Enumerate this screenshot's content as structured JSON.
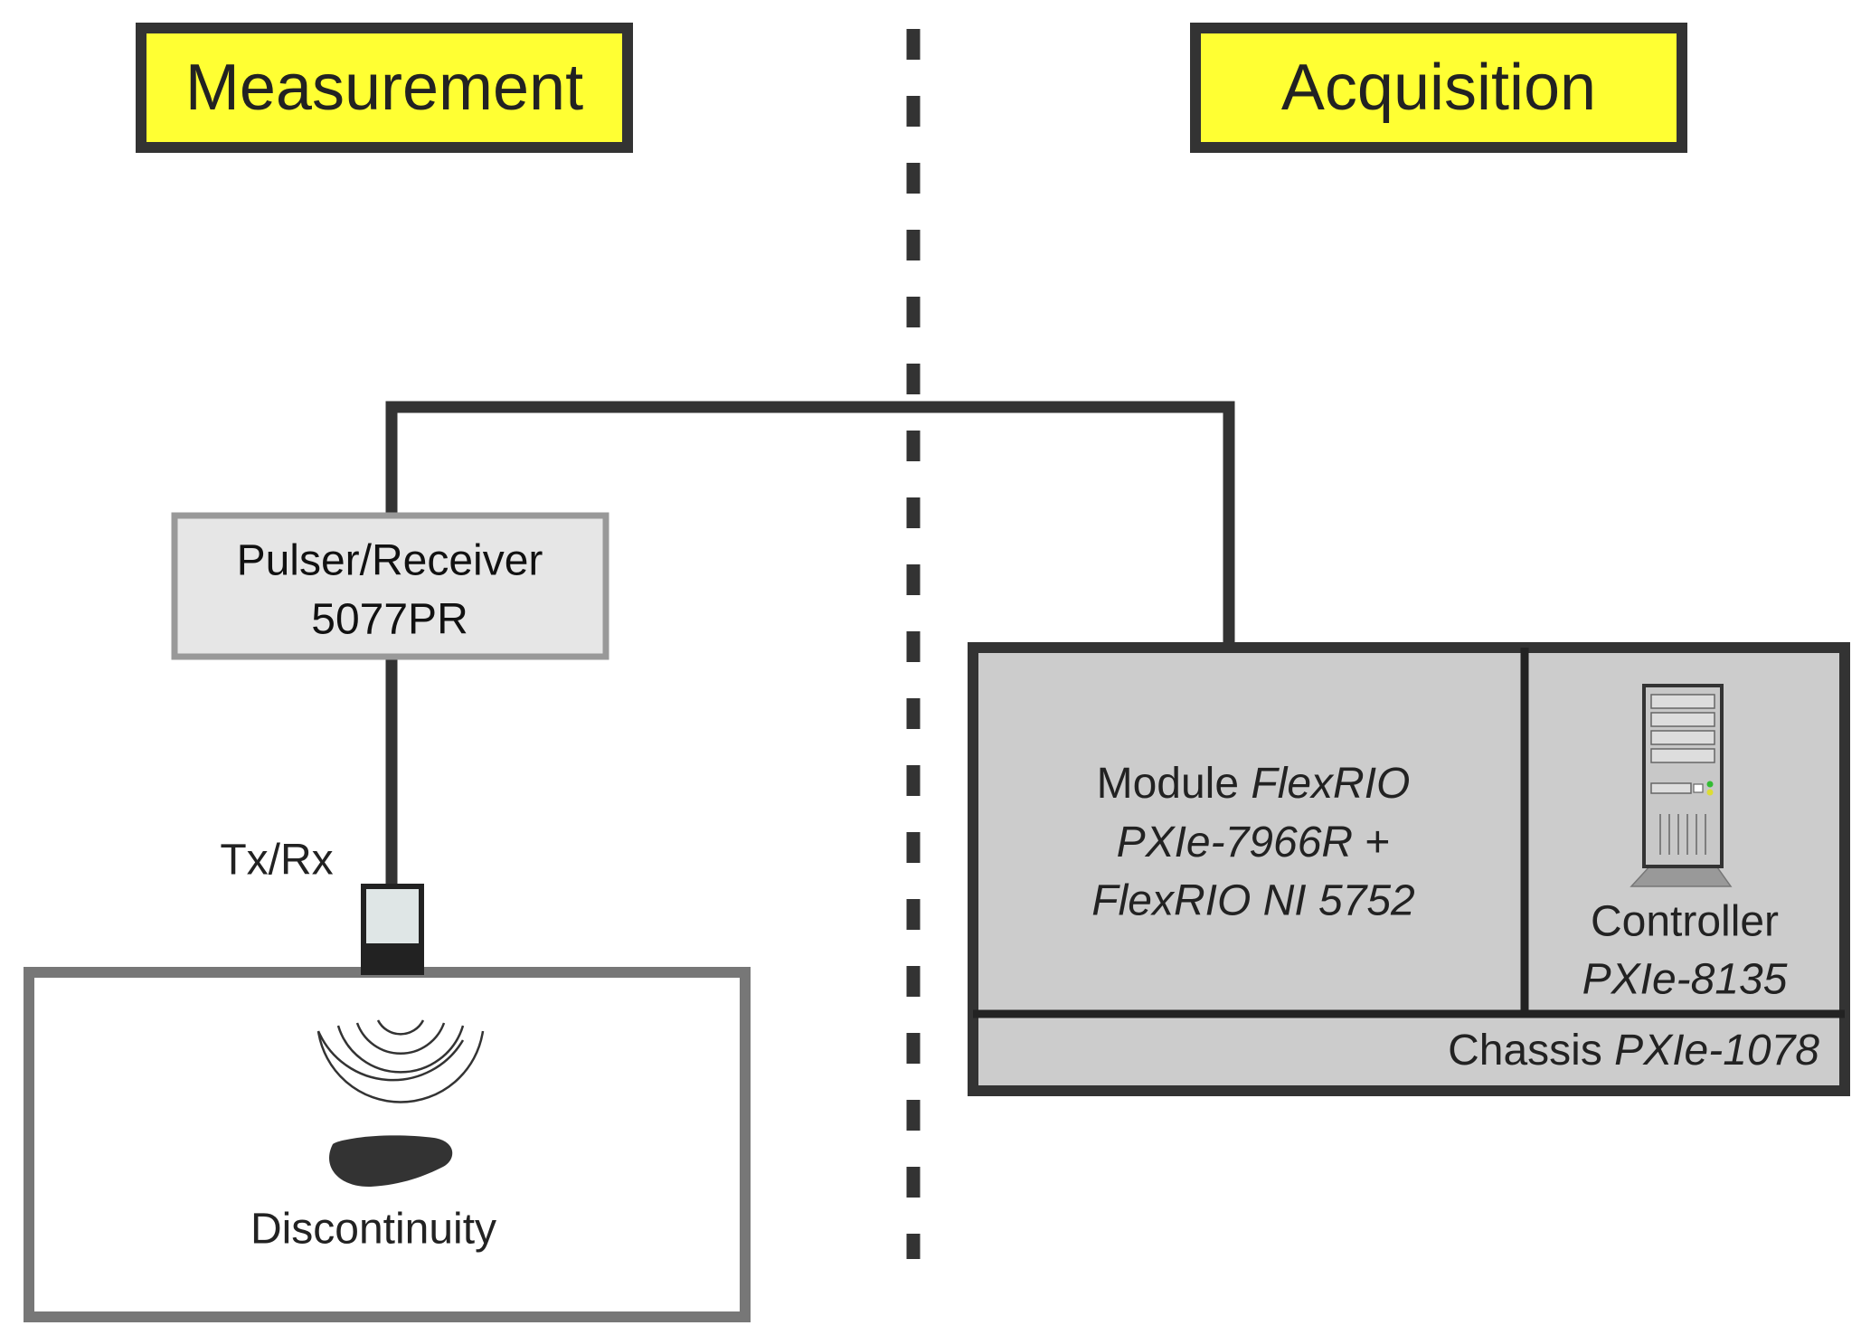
{
  "sections": {
    "measurement": "Measurement",
    "acquisition": "Acquisition"
  },
  "pulser": {
    "line1": "Pulser/Receiver",
    "line2": "5077PR"
  },
  "transducer": {
    "label": "Tx/Rx"
  },
  "specimen": {
    "defect_label": "Discontinuity"
  },
  "module": {
    "line1_plain": "Module ",
    "line1_italic": "FlexRIO",
    "line2_italic": "PXIe-7966R",
    "line2_plain": " +",
    "line3_italic": "FlexRIO NI 5752"
  },
  "controller": {
    "line1": "Controller",
    "line2_italic": "PXIe-8135"
  },
  "chassis": {
    "label_plain": "Chassis ",
    "label_italic": "PXIe-1078"
  },
  "colors": {
    "title_fill": "#ffff33",
    "line": "#333333",
    "pulser_fill": "#e6e6e6",
    "pulser_stroke": "#999999",
    "specimen_stroke": "#777777",
    "chassis_fill": "#cccccc",
    "transducer_face": "#dfe6e6"
  },
  "icons": {
    "computer": "server-tower-icon",
    "waves": "ultrasound-wave-icon"
  }
}
